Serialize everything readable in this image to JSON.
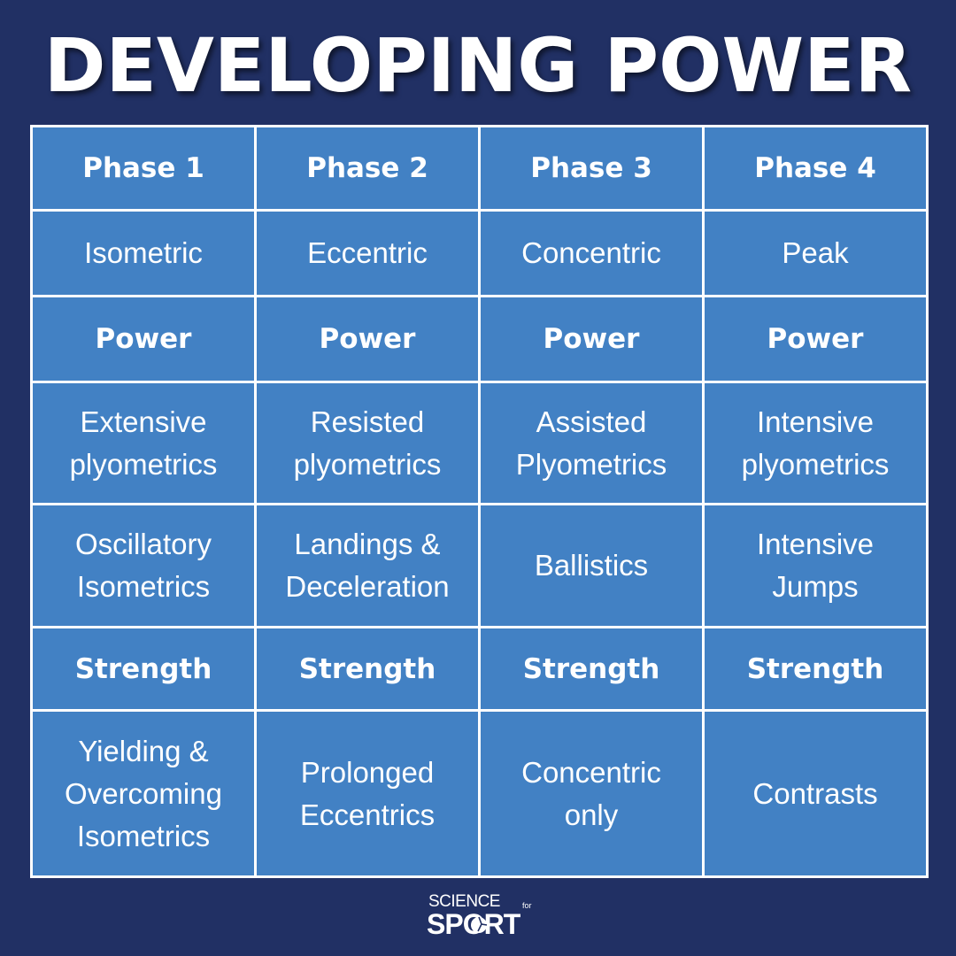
{
  "title": "DEVELOPING POWER",
  "table": {
    "rows": [
      {
        "style": "bold",
        "cells": [
          "Phase 1",
          "Phase 2",
          "Phase 3",
          "Phase 4"
        ]
      },
      {
        "style": "normal",
        "cells": [
          "Isometric",
          "Eccentric",
          "Concentric",
          "Peak"
        ]
      },
      {
        "style": "bold",
        "cells": [
          "Power",
          "Power",
          "Power",
          "Power"
        ]
      },
      {
        "style": "normal",
        "cells": [
          [
            "Extensive",
            "plyometrics"
          ],
          [
            "Resisted",
            "plyometrics"
          ],
          [
            "Assisted",
            "Plyometrics"
          ],
          [
            "Intensive",
            "plyometrics"
          ]
        ]
      },
      {
        "style": "normal",
        "cells": [
          [
            "Oscillatory",
            "Isometrics"
          ],
          [
            "Landings &",
            "Deceleration"
          ],
          [
            "Ballistics"
          ],
          [
            "Intensive",
            "Jumps"
          ]
        ]
      },
      {
        "style": "bold",
        "cells": [
          "Strength",
          "Strength",
          "Strength",
          "Strength"
        ]
      },
      {
        "style": "normal",
        "cells": [
          [
            "Yielding &",
            "Overcoming",
            "Isometrics"
          ],
          [
            "Prolonged",
            "Eccentrics"
          ],
          [
            "Concentric",
            "only"
          ],
          [
            "Contrasts"
          ]
        ]
      }
    ]
  },
  "logo": {
    "top": "SCIENCE",
    "for": "for",
    "bottom": "SPORT",
    "icon": "ball-icon"
  },
  "colors": {
    "background": "#213064",
    "cell": "#4281c4",
    "border": "#ffffff",
    "text": "#ffffff"
  }
}
